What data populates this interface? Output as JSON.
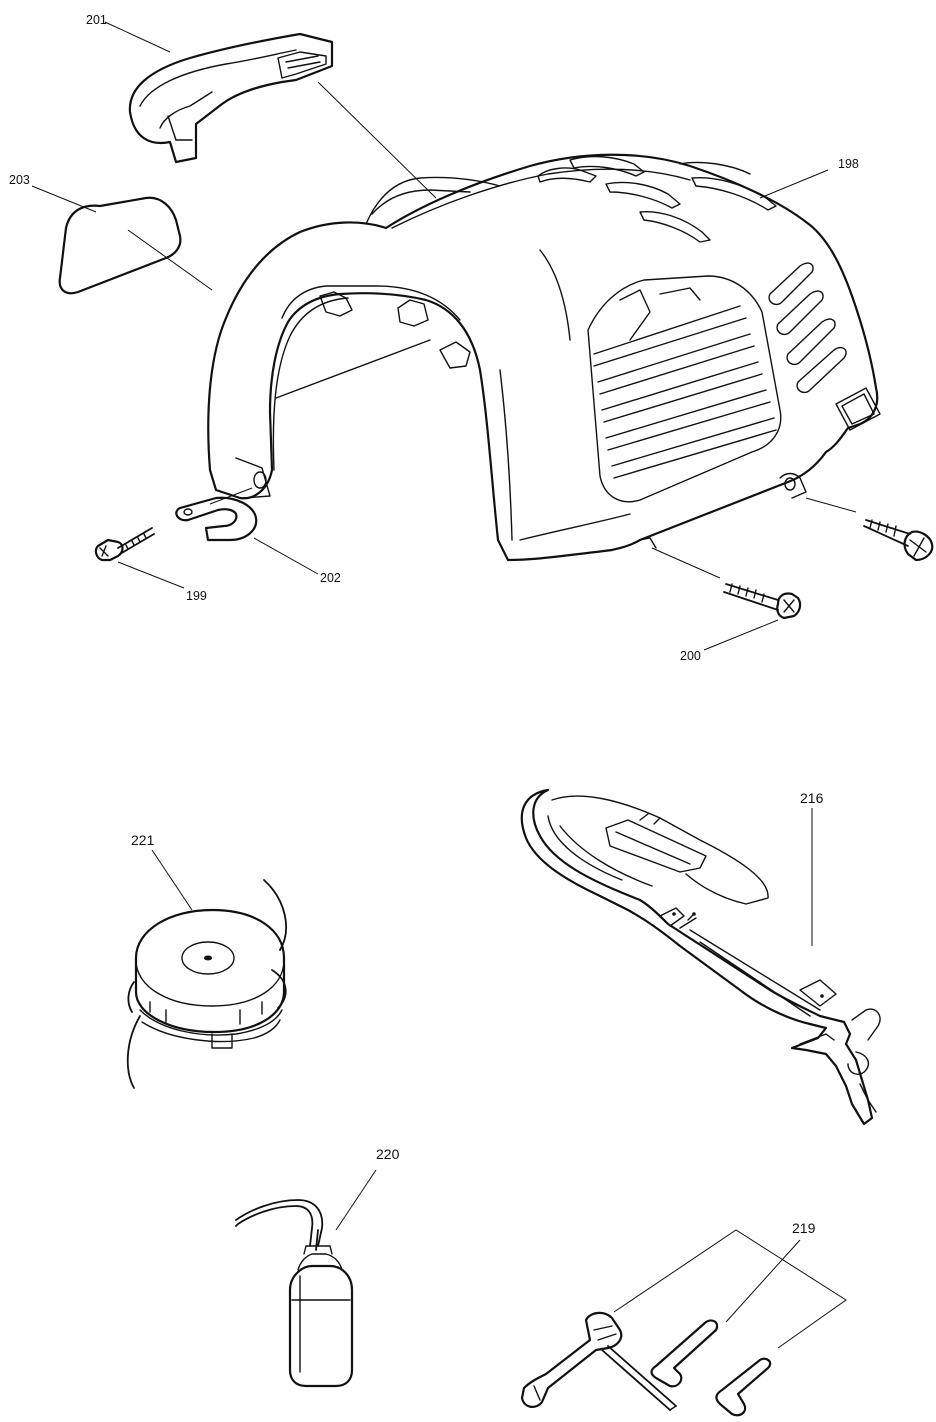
{
  "callouts": {
    "c198": "198",
    "c199": "199",
    "c200": "200",
    "c201": "201",
    "c202": "202",
    "c203": "203",
    "c216": "216",
    "c219": "219",
    "c220": "220",
    "c221": "221"
  },
  "colors": {
    "line": "#111111",
    "background": "#ffffff"
  }
}
